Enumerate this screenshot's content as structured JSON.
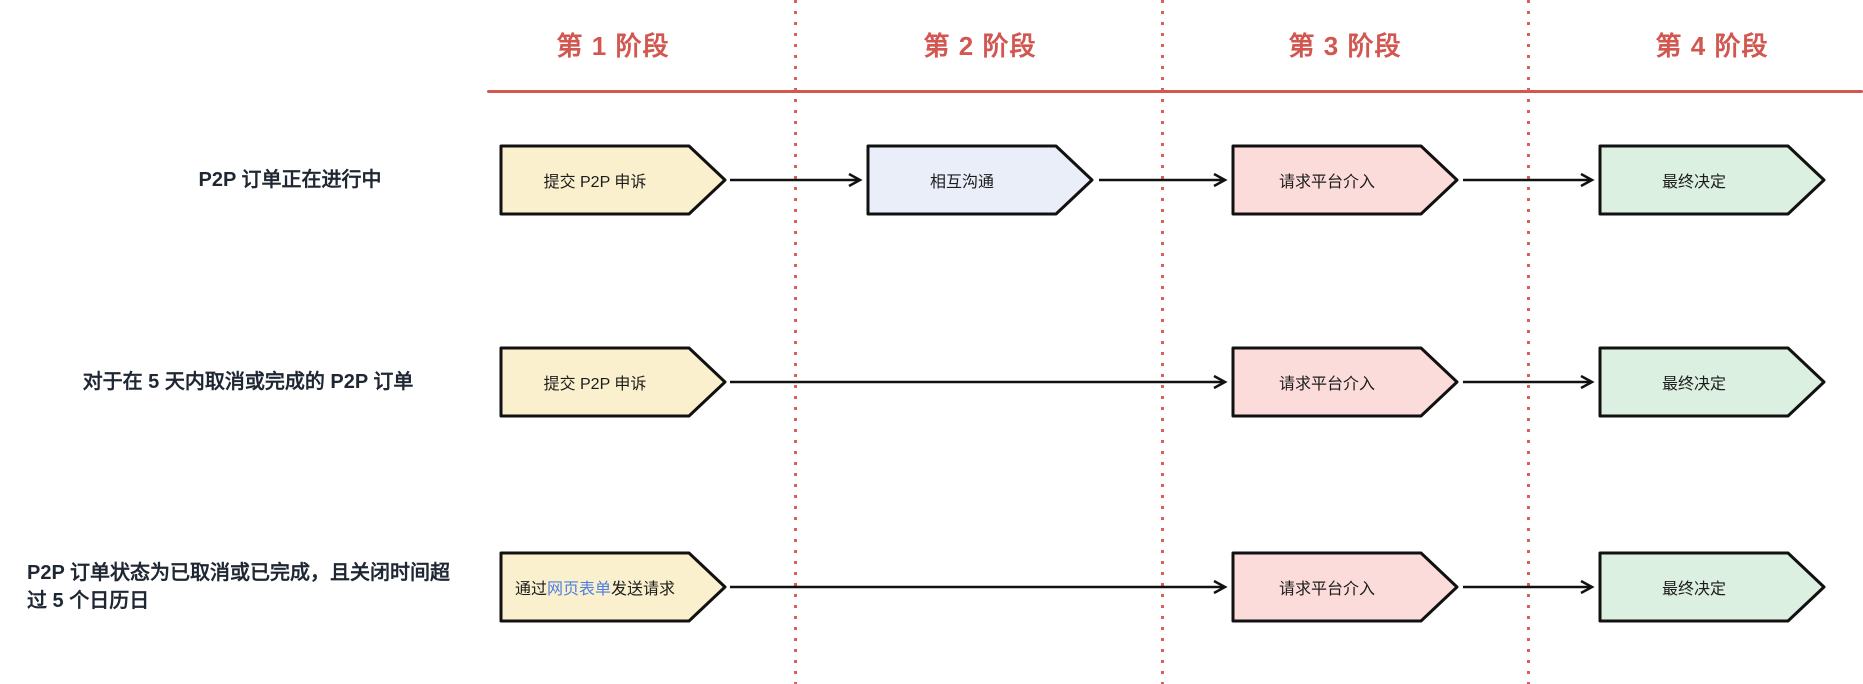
{
  "phases": [
    "第 1 阶段",
    "第 2 阶段",
    "第 3 阶段",
    "第 4 阶段"
  ],
  "rows": [
    {
      "label": "P2P 订单正在进行中",
      "step1": "提交 P2P 申诉",
      "step2": "相互沟通",
      "step3": "请求平台介入",
      "step4": "最终决定"
    },
    {
      "label": "对于在 5 天内取消或完成的 P2P 订单",
      "step1": "提交 P2P 申诉",
      "step3": "请求平台介入",
      "step4": "最终决定"
    },
    {
      "label": "P2P 订单状态为已取消或已完成，且关闭时间超过 5 个日历日",
      "step1_prefix": "通过",
      "step1_link": "网页表单",
      "step1_suffix": "发送请求",
      "step3": "请求平台介入",
      "step4": "最终决定"
    }
  ],
  "colors": {
    "phase_red": "#d25750",
    "divider_red": "#d95f58",
    "node_yellow": "#fbf0cd",
    "node_lavender": "#e9eef8",
    "node_pink": "#fbdcda",
    "node_green": "#dbf0e1",
    "node_border": "#111111",
    "label_navy": "#1f2733",
    "link_blue": "#4f7ee0"
  }
}
